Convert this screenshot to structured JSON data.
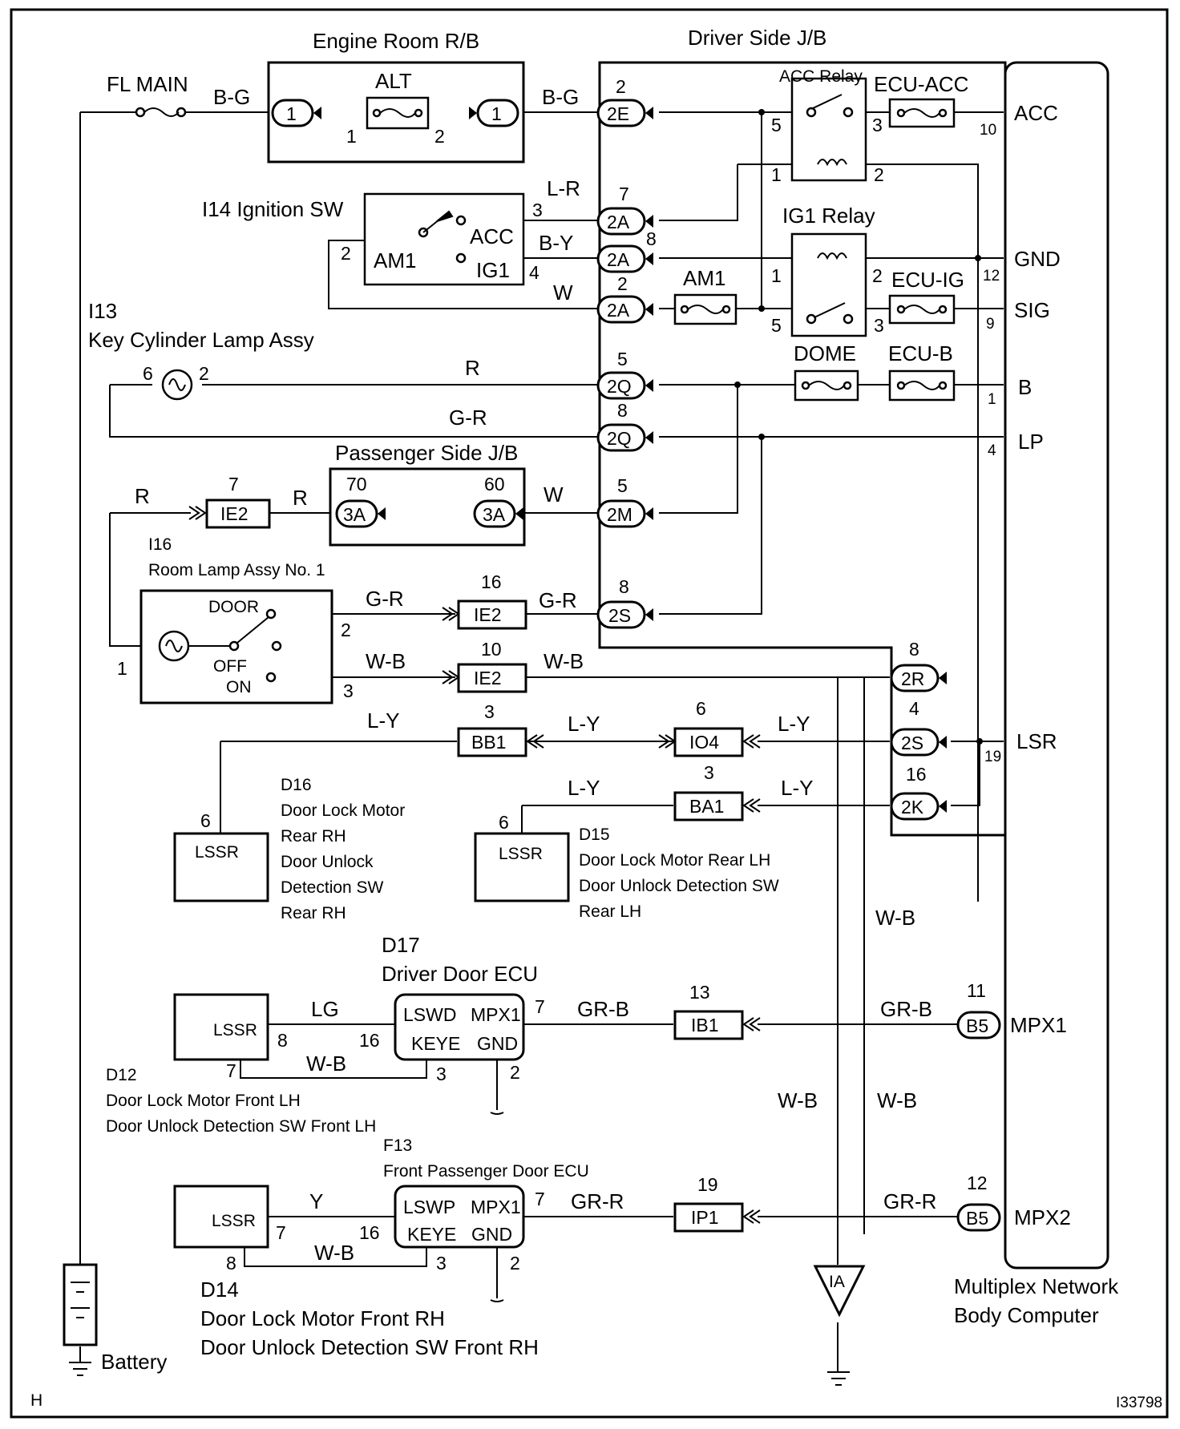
{
  "diagram": {
    "blocks": {
      "engine_room_rb": "Engine Room R/B",
      "driver_side_jb": "Driver Side J/B",
      "passenger_side_jb": "Passenger Side J/B",
      "ignition_sw": "I14 Ignition SW",
      "key_cyl_id": "I13",
      "key_cyl_name": "Key Cylinder Lamp Assy",
      "room_lamp_id": "I16",
      "room_lamp_name": "Room Lamp Assy No. 1",
      "d16_id": "D16",
      "d16_lines": [
        "Door Lock Motor",
        "Rear RH",
        "Door Unlock",
        "Detection SW",
        "Rear RH"
      ],
      "d15_id": "D15",
      "d15_lines": [
        "Door Lock Motor Rear LH",
        "Door Unlock Detection SW",
        "Rear LH"
      ],
      "d17_id": "D17",
      "d17_name": "Driver Door ECU",
      "d12_id": "D12",
      "d12_lines": [
        "Door Lock Motor Front LH",
        "Door Unlock Detection SW Front LH"
      ],
      "f13_id": "F13",
      "f13_name": "Front Passenger Door ECU",
      "d14_id": "D14",
      "d14_lines": [
        "Door Lock Motor Front RH",
        "Door Unlock Detection SW Front RH"
      ],
      "body_computer_lines": [
        "Multiplex Network",
        "Body Computer"
      ],
      "battery": "Battery"
    },
    "fuses_relays": {
      "fl_main": "FL MAIN",
      "alt": "ALT",
      "acc_relay": "ACC Relay",
      "ecu_acc": "ECU-ACC",
      "ig1_relay": "IG1 Relay",
      "am1_fuse": "AM1",
      "ecu_ig": "ECU-IG",
      "dome": "DOME",
      "ecu_b": "ECU-B"
    },
    "switch_labels": {
      "am1": "AM1",
      "acc": "ACC",
      "ig1": "IG1",
      "door": "DOOR",
      "off": "OFF",
      "on": "ON"
    },
    "ecu_pins": {
      "lswd": "LSWD",
      "mpx1": "MPX1",
      "keye": "KEYE",
      "gnd": "GND",
      "lswp": "LSWP",
      "lssr": "LSSR"
    },
    "computer_terminals": [
      "ACC",
      "GND",
      "SIG",
      "B",
      "LP",
      "LSR",
      "MPX1",
      "MPX2"
    ],
    "computer_pin_numbers": [
      "10",
      "12",
      "9",
      "1",
      "4",
      "19"
    ],
    "connectors": {
      "c1": "1",
      "c2E": "2E",
      "c2A": "2A",
      "c2Q": "2Q",
      "c2M": "2M",
      "c2S": "2S",
      "c3A": "3A",
      "c2R": "2R",
      "c2K": "2K",
      "cB5": "B5",
      "IE2": "IE2",
      "BB1": "BB1",
      "IO4": "IO4",
      "BA1": "BA1",
      "IB1": "IB1",
      "IP1": "IP1",
      "IA": "IA"
    },
    "wire_colors": {
      "bg": "B-G",
      "lr": "L-R",
      "by": "B-Y",
      "w": "W",
      "r": "R",
      "gr": "G-R",
      "wb": "W-B",
      "ly": "L-Y",
      "lg": "LG",
      "grb": "GR-B",
      "grr": "GR-R",
      "y": "Y"
    },
    "pins": {
      "p1": "1",
      "p2": "2",
      "p3": "3",
      "p4": "4",
      "p5": "5",
      "p6": "6",
      "p7": "7",
      "p8": "8",
      "p10": "10",
      "p11": "11",
      "p12": "12",
      "p13": "13",
      "p16": "16",
      "p19": "19",
      "p60": "60",
      "p70": "70"
    },
    "corner_letter": "H",
    "figure_id": "I33798"
  }
}
